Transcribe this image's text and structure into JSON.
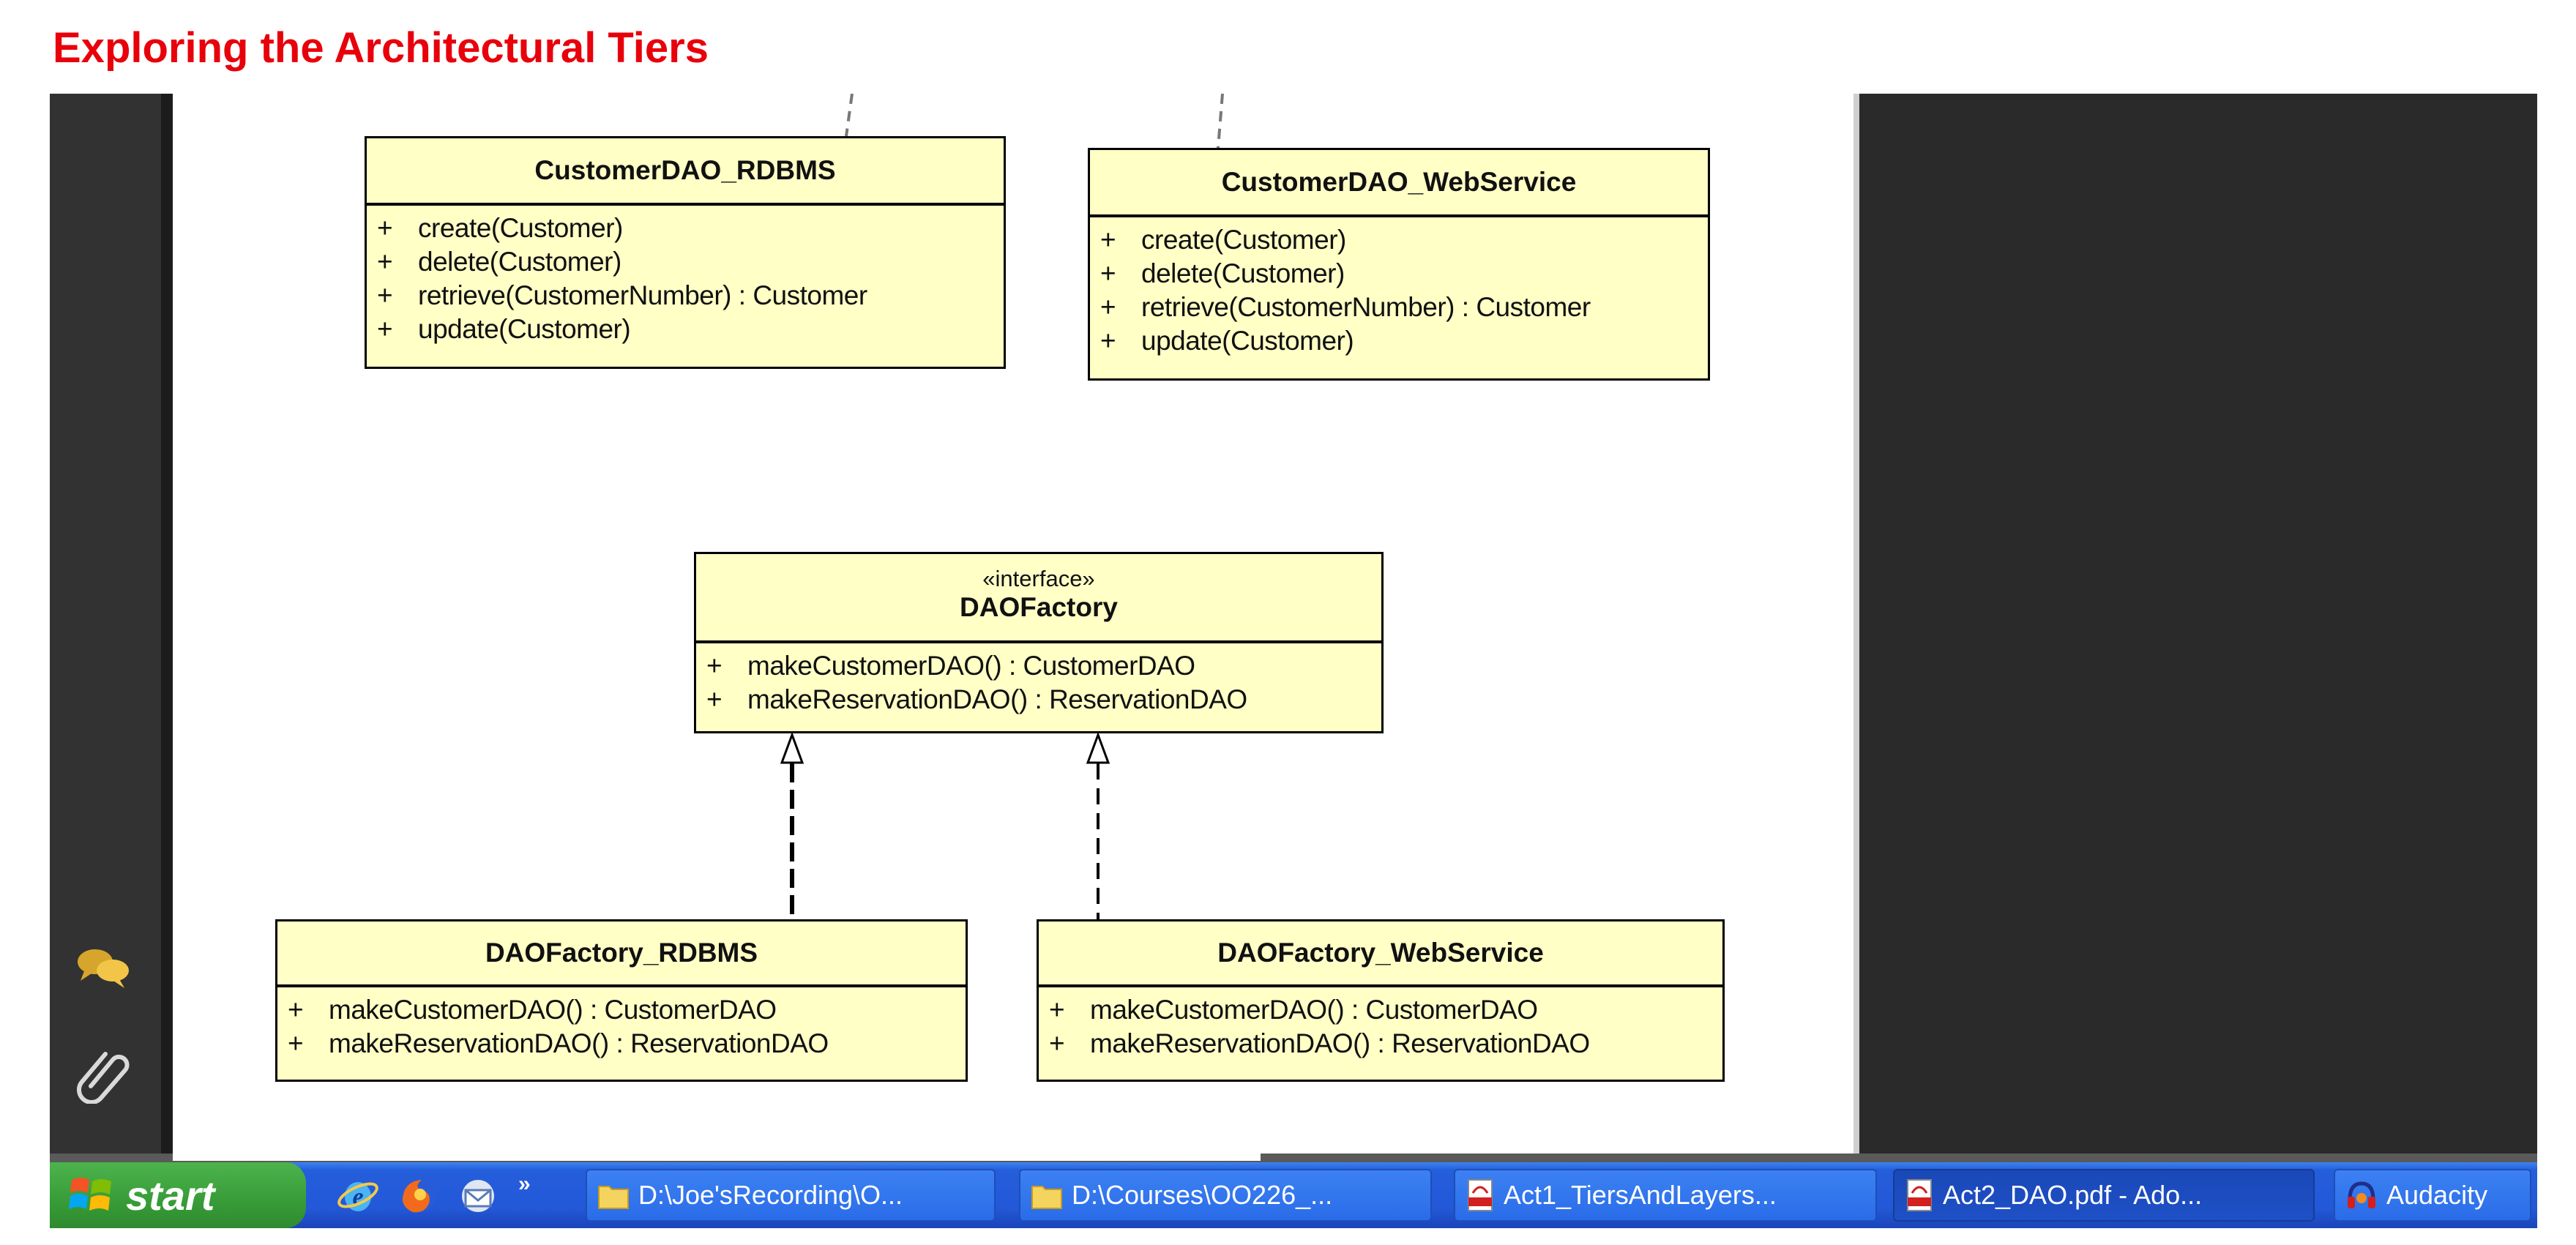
{
  "slide": {
    "title": "Exploring the Architectural Tiers"
  },
  "diagram": {
    "classes": [
      {
        "name": "CustomerDAO_RDBMS",
        "operations": [
          {
            "visibility": "+",
            "signature": "create(Customer)"
          },
          {
            "visibility": "+",
            "signature": "delete(Customer)"
          },
          {
            "visibility": "+",
            "signature": "retrieve(CustomerNumber) : Customer"
          },
          {
            "visibility": "+",
            "signature": "update(Customer)"
          }
        ]
      },
      {
        "name": "CustomerDAO_WebService",
        "operations": [
          {
            "visibility": "+",
            "signature": "create(Customer)"
          },
          {
            "visibility": "+",
            "signature": "delete(Customer)"
          },
          {
            "visibility": "+",
            "signature": "retrieve(CustomerNumber) : Customer"
          },
          {
            "visibility": "+",
            "signature": "update(Customer)"
          }
        ]
      },
      {
        "stereotype": "«interface»",
        "name": "DAOFactory",
        "operations": [
          {
            "visibility": "+",
            "signature": "makeCustomerDAO() : CustomerDAO"
          },
          {
            "visibility": "+",
            "signature": "makeReservationDAO() : ReservationDAO"
          }
        ]
      },
      {
        "name": "DAOFactory_RDBMS",
        "operations": [
          {
            "visibility": "+",
            "signature": "makeCustomerDAO() : CustomerDAO"
          },
          {
            "visibility": "+",
            "signature": "makeReservationDAO() : ReservationDAO"
          }
        ]
      },
      {
        "name": "DAOFactory_WebService",
        "operations": [
          {
            "visibility": "+",
            "signature": "makeCustomerDAO() : CustomerDAO"
          },
          {
            "visibility": "+",
            "signature": "makeReservationDAO() : ReservationDAO"
          }
        ]
      }
    ]
  },
  "taskbar": {
    "start_label": "start",
    "quick_launch": [
      "internet-explorer-icon",
      "firefox-icon",
      "email-client-icon"
    ],
    "chevron": "»",
    "tasks": [
      {
        "label": "D:\\Joe'sRecording\\O...",
        "icon": "folder-icon"
      },
      {
        "label": "D:\\Courses\\OO226_...",
        "icon": "folder-icon"
      },
      {
        "label": "Act1_TiersAndLayers...",
        "icon": "pdf-icon"
      },
      {
        "label": "Act2_DAO.pdf - Ado...",
        "icon": "pdf-icon"
      },
      {
        "label": "Audacity",
        "icon": "audacity-icon"
      }
    ]
  },
  "colors": {
    "title": "#e8000b",
    "uml_fill": "#ffffc6",
    "taskbar": "#245edb",
    "start_button": "#379c37"
  }
}
